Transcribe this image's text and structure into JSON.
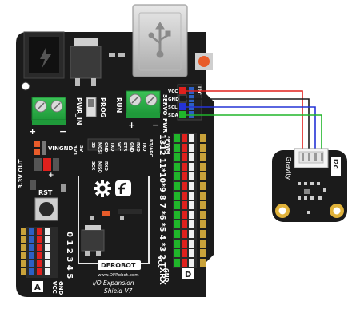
{
  "board": {
    "brand": "DFROBOT",
    "website": "www.DFRobot.com",
    "name_line1": "I/O Expansion",
    "name_line2": "Shield V7",
    "pwr_in": "PWR_IN",
    "prog": "PROG",
    "run": "RUN",
    "servo_pwr": "SERVO_PWR",
    "vin_gnd": "VINGND",
    "v33_out": "3.3V OUT",
    "rst": "RST",
    "pwm": "*PWM",
    "btapc": "BT/APC",
    "digital_pins": "1312 11*10*9 8  7 *6 *5 4 *3 2 TXRX",
    "analog_pins": "0 1 2 3 4 5",
    "sd_labels": [
      "SS",
      "MOSI",
      "SCK",
      "MISO"
    ],
    "apc_labels": [
      "GND",
      "TXD",
      "RXD"
    ],
    "bt_labels": [
      "VCC",
      "DTR",
      "GND",
      "RXD",
      "TXD"
    ],
    "volt_labels": [
      "3V3",
      "5V"
    ],
    "i2c_header": [
      "VCC",
      "GND",
      "SCL",
      "SDA"
    ],
    "i2c_tag": "I2C",
    "section_a": "A",
    "section_d": "D",
    "vcc": "VCC",
    "gnd": "GND",
    "plus": "+",
    "minus": "−"
  },
  "module": {
    "brand": "Gravity",
    "interface": "I2C"
  },
  "wires": {
    "vcc_color": "#e0201d",
    "gnd_color": "#1a1a1a",
    "scl_color": "#2433d6",
    "sda_color": "#20b52a"
  }
}
